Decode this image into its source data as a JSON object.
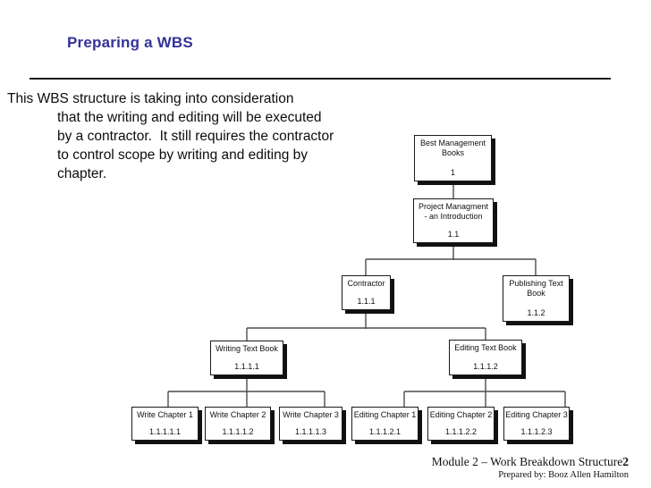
{
  "slide": {
    "title": "Preparing a WBS"
  },
  "body": {
    "lines": [
      "This WBS structure is taking into consideration",
      "that the writing and editing will be executed",
      "by a contractor.  It still requires the contractor",
      "to control scope by writing and editing by",
      "chapter."
    ]
  },
  "diagram": {
    "type": "work-breakdown-structure-tree",
    "nodes": [
      {
        "label": "Best Management\nBooks",
        "code": "1"
      },
      {
        "label": "Project Managment\n- an Introduction",
        "code": "1.1"
      },
      {
        "label": "Contractor",
        "code": "1.1.1"
      },
      {
        "label": "Publishing Text\nBook",
        "code": "1.1.2"
      },
      {
        "label": "Writing Text Book",
        "code": "1.1.1.1"
      },
      {
        "label": "Editing Text Book",
        "code": "1.1.1.2"
      },
      {
        "label": "Write Chapter 1",
        "code": "1.1.1.1.1"
      },
      {
        "label": "Write Chapter 2",
        "code": "1.1.1.1.2"
      },
      {
        "label": "Write Chapter 3",
        "code": "1.1.1.1.3"
      },
      {
        "label": "Editing Chapter 1",
        "code": "1.1.1.2.1"
      },
      {
        "label": "Editing Chapter 2",
        "code": "1.1.1.2.2"
      },
      {
        "label": "Editing Chapter 3",
        "code": "1.1.1.2.3"
      }
    ]
  },
  "footer": {
    "module_label": "Module 2 – Work Breakdown Structure",
    "page_number": "2",
    "prepared_by": "Prepared by: Booz Allen Hamilton"
  },
  "colors": {
    "title_blue": "#333399",
    "box_border": "#1a1a1a",
    "box_shadow": "#111111",
    "connector_gray": "#4d4d4d"
  }
}
